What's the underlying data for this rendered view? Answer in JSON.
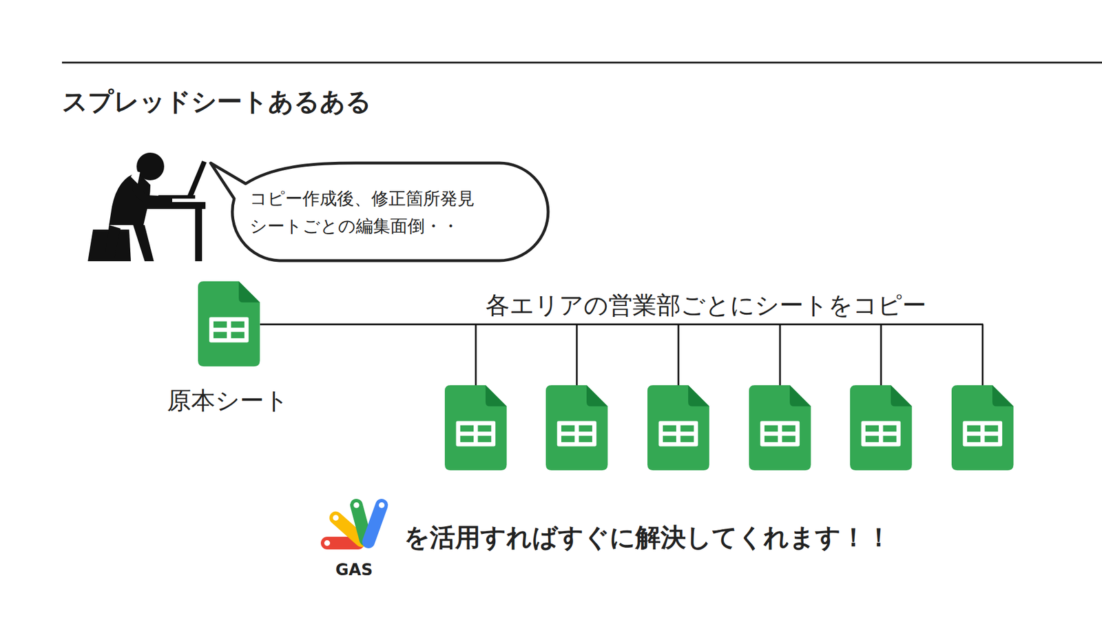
{
  "diagram": {
    "title": "スプレッドシートあるある",
    "nodes": [
      {
        "text": [
          "コピー作成後、修正箇所発見 シートごとの編集面倒・・"
        ]
      },
      {
        "text": [
          "原本シート"
        ]
      }
    ],
    "labels": [
      "各エリアの営業部ごとにシートをコピー",
      "GAS",
      "を活用すればすぐに解決してくれます！！"
    ]
  }
}
